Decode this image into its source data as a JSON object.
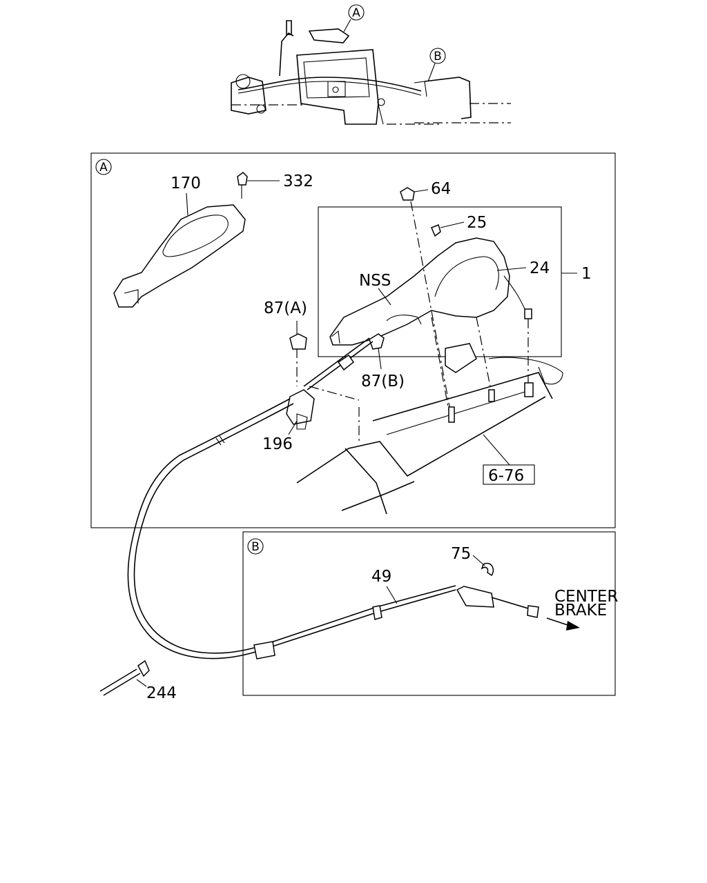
{
  "callouts": {
    "overview_a": "A",
    "overview_b": "B",
    "section_a": "A",
    "section_b": "B"
  },
  "labels": {
    "p170": "170",
    "p332": "332",
    "p64": "64",
    "p25": "25",
    "p24": "24",
    "p1": "1",
    "nss": "NSS",
    "p87a": "87(A)",
    "p87b": "87(B)",
    "p196": "196",
    "ref676": "6-76",
    "p75": "75",
    "p49": "49",
    "p244": "244",
    "center": "CENTER",
    "brake": "BRAKE"
  }
}
